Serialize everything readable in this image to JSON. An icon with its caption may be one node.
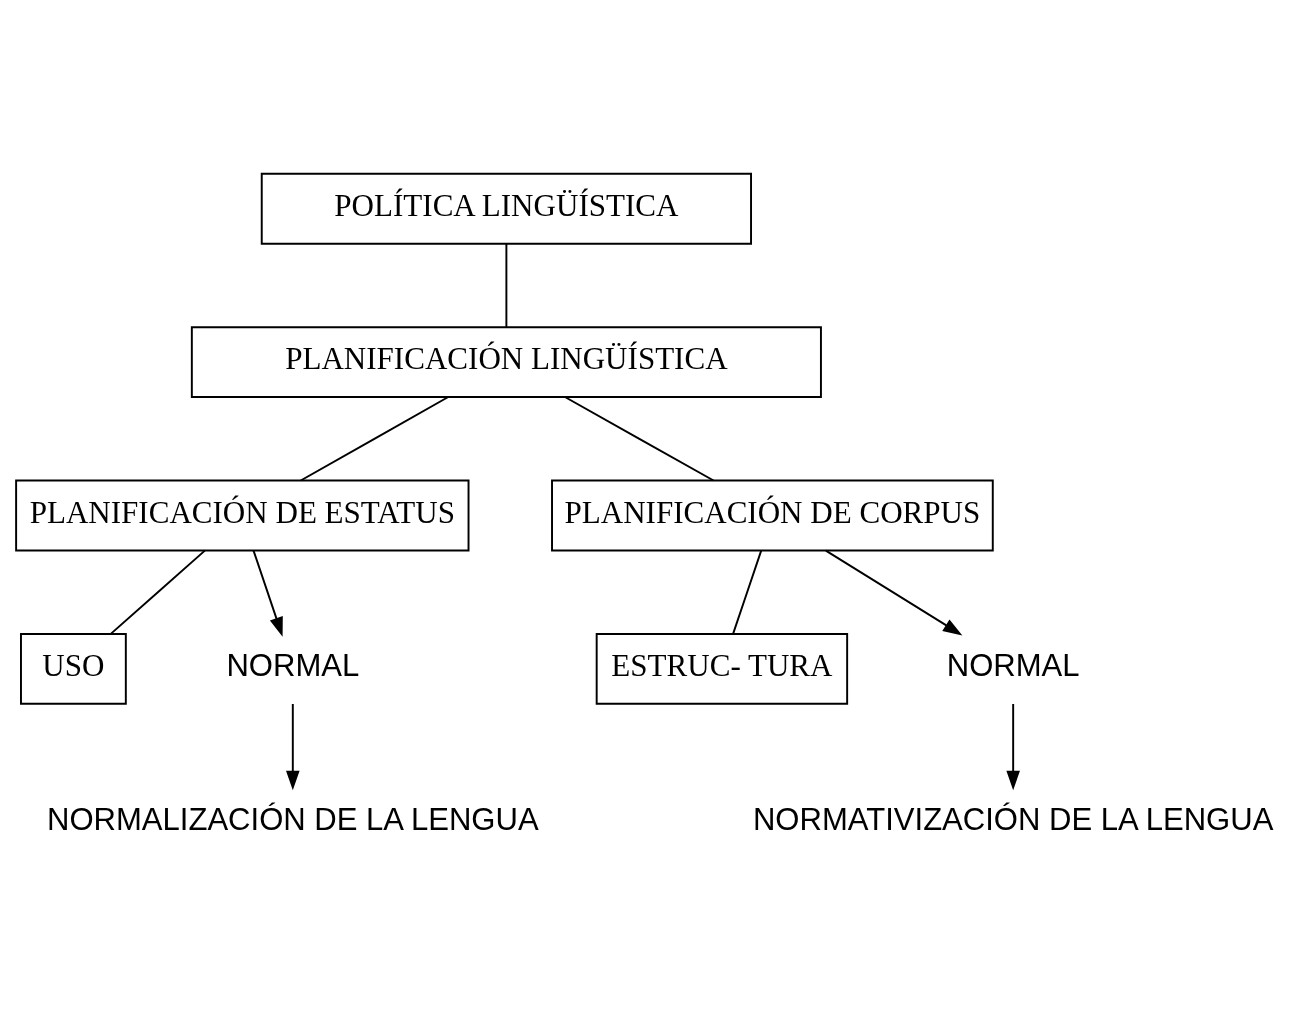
{
  "diagram": {
    "nodes": [
      {
        "text": [
          "POLÍTICA LINGÜÍSTICA"
        ]
      },
      {
        "text": [
          "PLANIFICACIÓN LINGÜÍSTICA"
        ]
      },
      {
        "text": [
          "PLANIFICACIÓN DE ESTATUS"
        ]
      },
      {
        "text": [
          "PLANIFICACIÓN DE CORPUS"
        ]
      },
      {
        "text": [
          "USO"
        ]
      },
      {
        "text": [
          "ESTRUC- TURA"
        ]
      },
      {
        "text": [
          "NORMAL"
        ]
      },
      {
        "text": [
          "NORMALIZACIÓN DE LA LENGUA"
        ]
      },
      {
        "text": [
          "NORMAL"
        ]
      },
      {
        "text": [
          "NORMATIVIZACIÓN DE LA LENGUA"
        ]
      }
    ],
    "edges": [
      {
        "from": 0,
        "to": 1,
        "arrow": "none"
      },
      {
        "from": 1,
        "to": 2,
        "arrow": "none"
      },
      {
        "from": 1,
        "to": 3,
        "arrow": "none"
      },
      {
        "from": 2,
        "to": 4,
        "arrow": "none"
      },
      {
        "from": 3,
        "to": 5,
        "arrow": "none"
      },
      {
        "from": 2,
        "to": 6,
        "arrow": "to"
      },
      {
        "from": 3,
        "to": 8,
        "arrow": "to"
      },
      {
        "from": 6,
        "to": 7,
        "arrow": "to"
      },
      {
        "from": 8,
        "to": 9,
        "arrow": "to"
      }
    ]
  }
}
